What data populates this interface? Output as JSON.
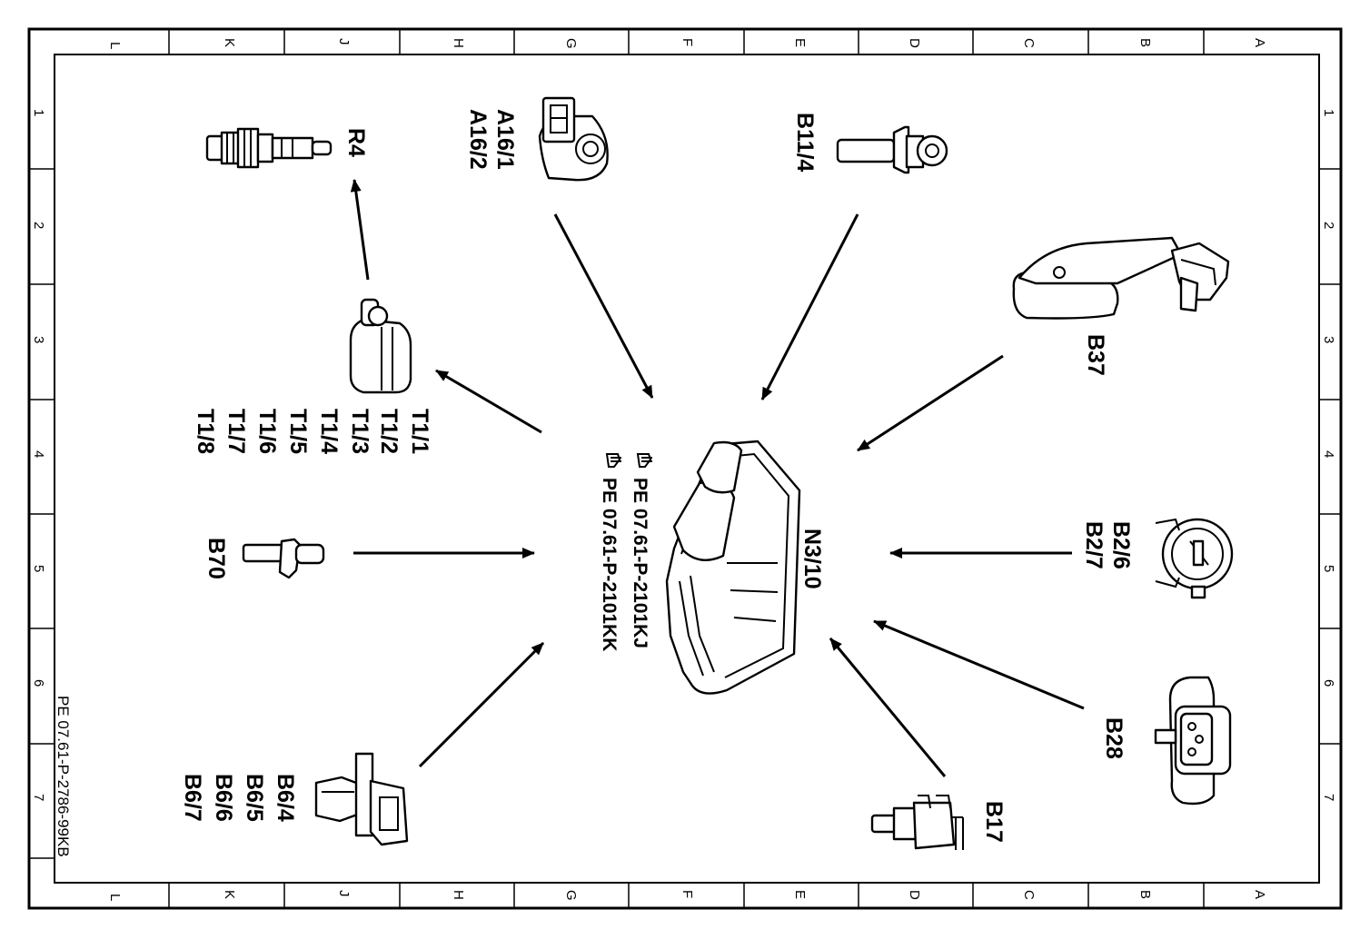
{
  "grid": {
    "columns": [
      "L",
      "K",
      "J",
      "H",
      "G",
      "F",
      "E",
      "D",
      "C",
      "B",
      "A"
    ],
    "rows": [
      "1",
      "2",
      "3",
      "4",
      "5",
      "6",
      "7"
    ]
  },
  "document_id": "PE 07.61-P-2786-99KB",
  "center": {
    "label": "N3/10",
    "refs": [
      "PE 07.61-P-2101KJ",
      "PE 07.61-P-2101KK"
    ]
  },
  "components": {
    "r4": {
      "lines": [
        "R4"
      ]
    },
    "a16": {
      "lines": [
        "A16/1",
        "A16/2"
      ]
    },
    "b11": {
      "lines": [
        "B11/4"
      ]
    },
    "b37": {
      "lines": [
        "B37"
      ]
    },
    "t1": {
      "lines": [
        "T1/1",
        "T1/2",
        "T1/3",
        "T1/4",
        "T1/5",
        "T1/6",
        "T1/7",
        "T1/8"
      ]
    },
    "b70": {
      "lines": [
        "B70"
      ]
    },
    "b2": {
      "lines": [
        "B2/6",
        "B2/7"
      ]
    },
    "b28": {
      "lines": [
        "B28"
      ]
    },
    "b6": {
      "lines": [
        "B6/4",
        "B6/5",
        "B6/6",
        "B6/7"
      ]
    },
    "b17": {
      "lines": [
        "B17"
      ]
    }
  },
  "icons": {
    "ref_icon": "pointing-hand-icon"
  }
}
